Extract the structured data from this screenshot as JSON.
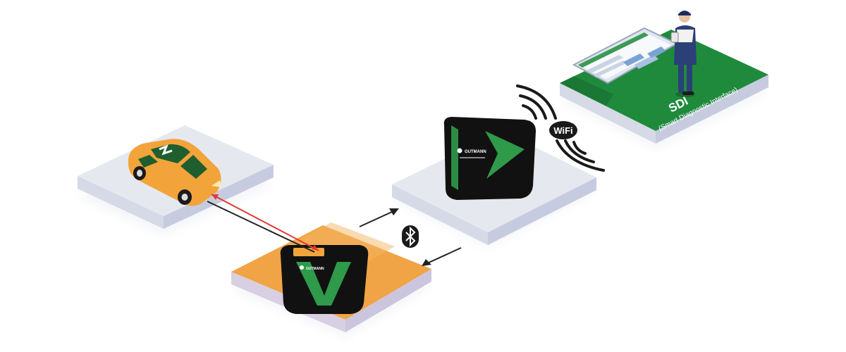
{
  "colors": {
    "platform_top": "#e6e8ef",
    "platform_side": "#d6d9e6",
    "platform_edge": "#c7cbe0",
    "orange_top": "#f0a445",
    "orange_side": "#d9cfe2",
    "green_top": "#1f8a3c",
    "green_dark": "#176d2f",
    "device_black": "#111111",
    "device_green": "#2f9a4a",
    "car_body": "#f2a43a",
    "car_window": "#1f5e2e",
    "link_red": "#e53935",
    "link_dark": "#222222"
  },
  "sdi": {
    "title": "SDI",
    "subtitle": "(Smart Diagnostic Interface)"
  },
  "wifi": {
    "label": "WiFi",
    "icon": "wifi-badge-icon"
  },
  "bluetooth": {
    "icon": "bluetooth-icon"
  },
  "device": {
    "brand": "GUTMANN"
  },
  "nodes": [
    {
      "name": "vehicle",
      "icon": "car-icon"
    },
    {
      "name": "vci-adapter",
      "icon": "obd-adapter-icon"
    },
    {
      "name": "sdi-hub",
      "icon": "diagnostic-hub-icon"
    },
    {
      "name": "tablet-station",
      "icon": "tablet-icon"
    }
  ]
}
